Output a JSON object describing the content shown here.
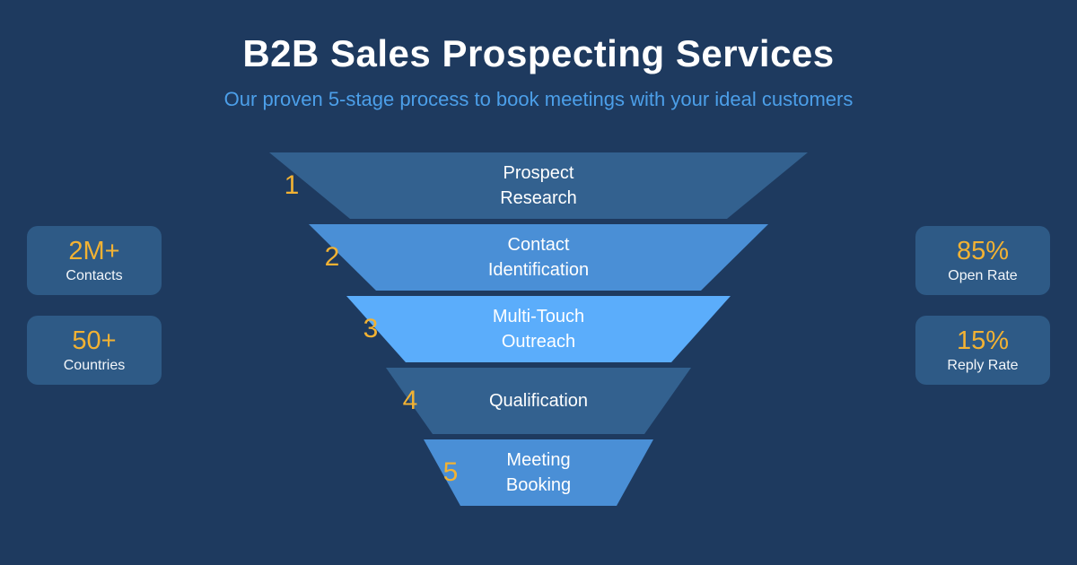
{
  "header": {
    "title": "B2B Sales Prospecting Services",
    "subtitle": "Our proven 5-stage process to book meetings with your ideal customers"
  },
  "colors": {
    "background": "#1e3a5f",
    "title_text": "#ffffff",
    "subtitle_text": "#4c9fe9",
    "accent_gold": "#f2b233",
    "stage_slate": "#33618f",
    "stage_medium_blue": "#4a8fd6",
    "stage_light_blue": "#5badfb",
    "card_bg": "#2e5a86",
    "stage_text": "#ffffff"
  },
  "funnel": {
    "stages": [
      {
        "number": "1",
        "label_line1": "Prospect",
        "label_line2": "Research",
        "color": "#33618f"
      },
      {
        "number": "2",
        "label_line1": "Contact",
        "label_line2": "Identification",
        "color": "#4a8fd6"
      },
      {
        "number": "3",
        "label_line1": "Multi-Touch",
        "label_line2": "Outreach",
        "color": "#5badfb"
      },
      {
        "number": "4",
        "label_line1": "Qualification",
        "color": "#33618f"
      },
      {
        "number": "5",
        "label_line1": "Meeting",
        "label_line2": "Booking",
        "color": "#4a8fd6"
      }
    ]
  },
  "stats": {
    "left": [
      {
        "value": "2M+",
        "label": "Contacts"
      },
      {
        "value": "50+",
        "label": "Countries"
      }
    ],
    "right": [
      {
        "value": "85%",
        "label": "Open Rate"
      },
      {
        "value": "15%",
        "label": "Reply Rate"
      }
    ]
  }
}
